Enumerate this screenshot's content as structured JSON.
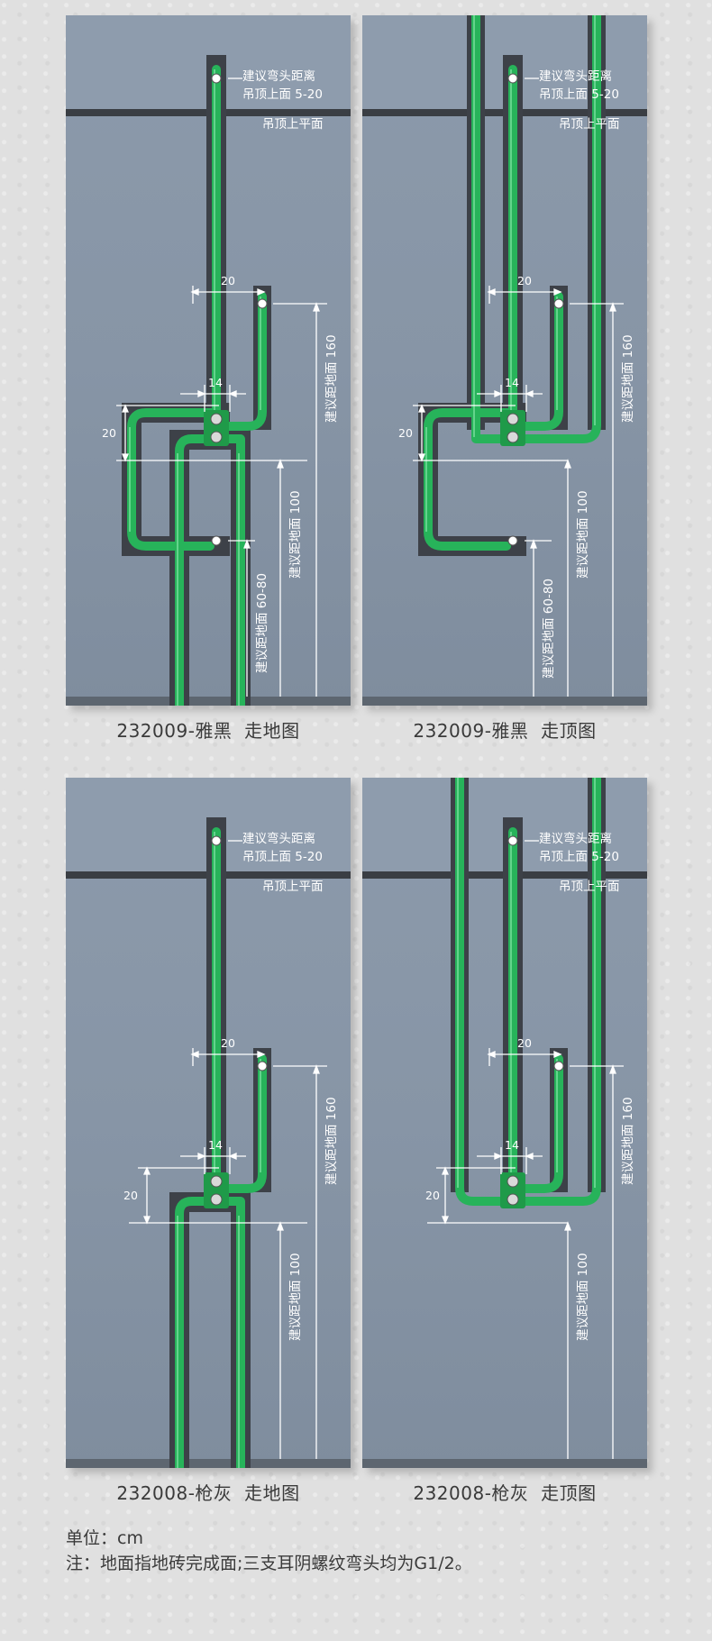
{
  "panels": [
    {
      "id": "232009-floor",
      "caption_model": "232009-雅黑",
      "caption_type": "走地图",
      "ceiling_note": [
        "建议弯头距离",
        "吊顶上面 5-20"
      ],
      "ceiling_plane": "吊顶上平面",
      "dim_20_top": "20",
      "dim_14": "14",
      "dim_20_side": "20",
      "dim_160": "建议距地面 160",
      "dim_100": "建议距地面 100",
      "dim_6080": "建议距地面 60-80"
    },
    {
      "id": "232009-ceiling",
      "caption_model": "232009-雅黑",
      "caption_type": "走顶图",
      "ceiling_note": [
        "建议弯头距离",
        "吊顶上面 5-20"
      ],
      "ceiling_plane": "吊顶上平面",
      "dim_20_top": "20",
      "dim_14": "14",
      "dim_20_side": "20",
      "dim_160": "建议距地面 160",
      "dim_100": "建议距地面 100",
      "dim_6080": "建议距地面 60-80"
    },
    {
      "id": "232008-floor",
      "caption_model": "232008-枪灰",
      "caption_type": "走地图",
      "ceiling_note": [
        "建议弯头距离",
        "吊顶上面 5-20"
      ],
      "ceiling_plane": "吊顶上平面",
      "dim_20_top": "20",
      "dim_14": "14",
      "dim_20_side": "20",
      "dim_160": "建议距地面 160",
      "dim_100": "建议距地面 100"
    },
    {
      "id": "232008-ceiling",
      "caption_model": "232008-枪灰",
      "caption_type": "走顶图",
      "ceiling_note": [
        "建议弯头距离",
        "吊顶上面 5-20"
      ],
      "ceiling_plane": "吊顶上平面",
      "dim_20_top": "20",
      "dim_14": "14",
      "dim_20_side": "20",
      "dim_160": "建议距地面 160",
      "dim_100": "建议距地面 100"
    }
  ],
  "notes": {
    "unit": "单位：cm",
    "remark": "注：地面指地砖完成面;三支耳阴螺纹弯头均为G1/2。"
  },
  "colors": {
    "wall": "#8795a6",
    "ceiling_line": "#3a3e44",
    "groove": "#3d4148",
    "pipe": "#27b35a",
    "pipe_highlight": "#7fe3a2",
    "dimension": "#ffffff"
  }
}
